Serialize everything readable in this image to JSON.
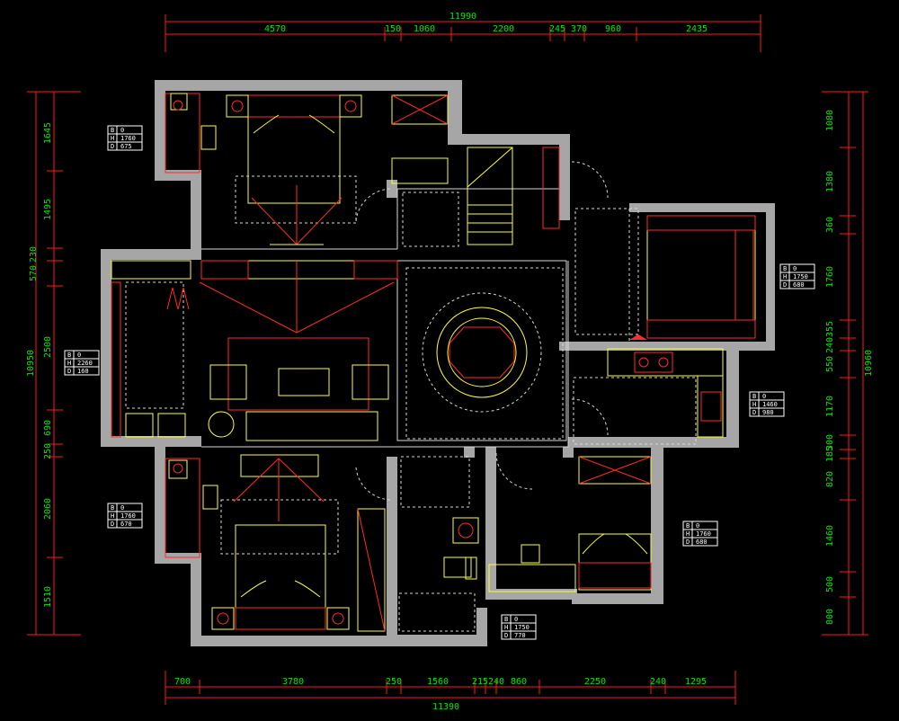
{
  "colors": {
    "background": "#000000",
    "dimension_line": "#ff1a1a",
    "dimension_text": "#00e600",
    "wall": "#a6a6a6",
    "furniture_yellow": "#ffff33",
    "furniture_red": "#ff2a2a",
    "dashed": "#d9d9d9",
    "table_text": "#ffffff"
  },
  "dimensions": {
    "top_total": "11990",
    "top": [
      "4570",
      "150",
      "1060",
      "2200",
      "245",
      "370",
      "960",
      "2435"
    ],
    "bottom_total": "11390",
    "bottom": [
      "700",
      "3780",
      "250",
      "1560",
      "215",
      "240",
      "860",
      "2250",
      "240",
      "1295"
    ],
    "left_total": "10950",
    "left": [
      "1645",
      "1495",
      "230",
      "570",
      "2500",
      "690",
      "250",
      "2060",
      "1510"
    ],
    "right_total": "10960",
    "right": [
      "1080",
      "1380",
      "360",
      "1760",
      "355",
      "240",
      "550",
      "1170",
      "300",
      "185",
      "820",
      "1460",
      "500",
      "800"
    ]
  },
  "spec_tables": [
    {
      "labels": [
        "B",
        "H",
        "D"
      ],
      "values": [
        "0",
        "1760",
        "675"
      ]
    },
    {
      "labels": [
        "B",
        "H",
        "D"
      ],
      "values": [
        "0",
        "2260",
        "160"
      ]
    },
    {
      "labels": [
        "B",
        "H",
        "D"
      ],
      "values": [
        "0",
        "1760",
        "670"
      ]
    },
    {
      "labels": [
        "B",
        "H",
        "D"
      ],
      "values": [
        "0",
        "1750",
        "680"
      ]
    },
    {
      "labels": [
        "B",
        "H",
        "D"
      ],
      "values": [
        "0",
        "1460",
        "980"
      ]
    },
    {
      "labels": [
        "B",
        "H",
        "D"
      ],
      "values": [
        "0",
        "1760",
        "680"
      ]
    },
    {
      "labels": [
        "B",
        "H",
        "D"
      ],
      "values": [
        "0",
        "1750",
        "770"
      ]
    }
  ]
}
